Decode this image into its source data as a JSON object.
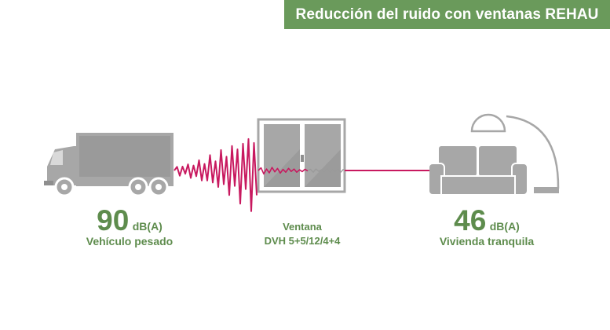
{
  "title": "Reducción del ruido con ventanas REHAU",
  "source": {
    "value": "90",
    "unit": "dB(A)",
    "label": "Vehículo pesado"
  },
  "window": {
    "label": "Ventana",
    "spec": "DVH 5+5/12/4+4"
  },
  "destination": {
    "value": "46",
    "unit": "dB(A)",
    "label": "Vivienda tranquila"
  },
  "icons": {
    "source": "truck-icon",
    "window": "window-icon",
    "destination": "sofa-lamp-icon",
    "wave": "sound-wave"
  },
  "colors": {
    "banner": "#6a9a5b",
    "text": "#5e8c4d",
    "wave": "#c8195f",
    "icon": "#a7a7a7",
    "icon_dark": "#8e8e8e"
  }
}
